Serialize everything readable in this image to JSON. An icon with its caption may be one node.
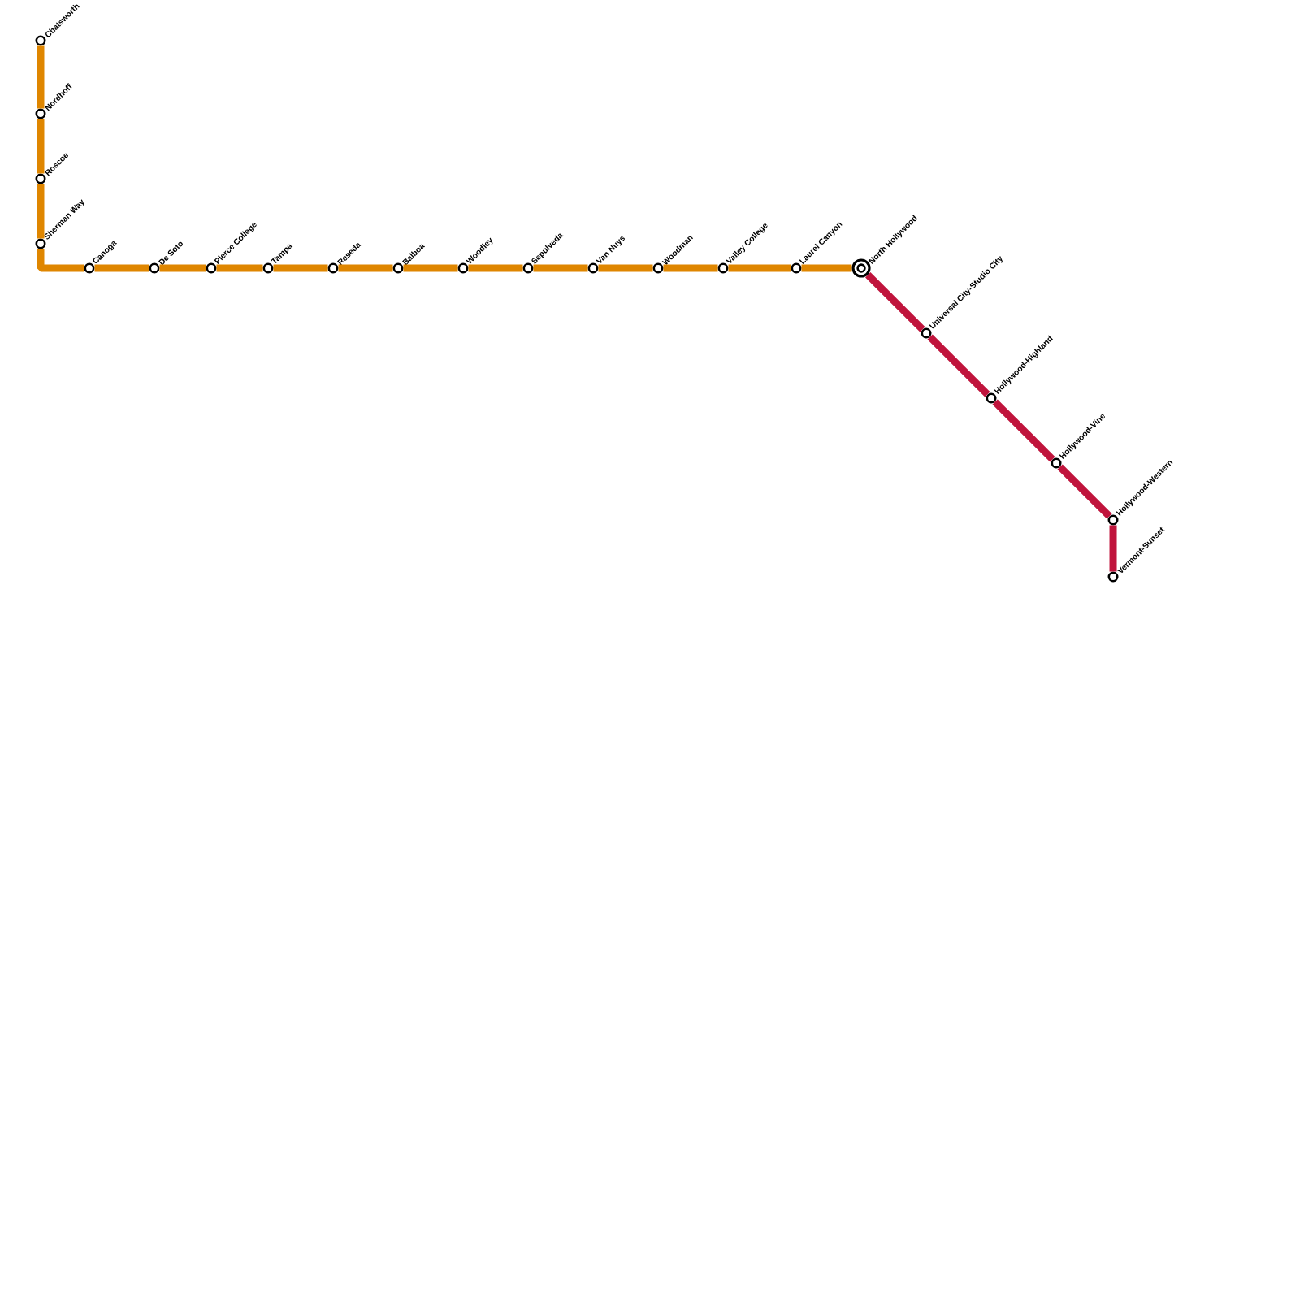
{
  "diagram": {
    "nodes": [
      {
        "text": [
          "Chatsworth"
        ]
      },
      {
        "text": [
          "Nordhoff"
        ]
      },
      {
        "text": [
          "Roscoe"
        ]
      },
      {
        "text": [
          "Sherman Way"
        ]
      },
      {
        "text": [
          "Canoga"
        ]
      },
      {
        "text": [
          "De Soto"
        ]
      },
      {
        "text": [
          "Pierce College"
        ]
      },
      {
        "text": [
          "Tampa"
        ]
      },
      {
        "text": [
          "Reseda"
        ]
      },
      {
        "text": [
          "Balboa"
        ]
      },
      {
        "text": [
          "Woodley"
        ]
      },
      {
        "text": [
          "Sepulveda"
        ]
      },
      {
        "text": [
          "Van Nuys"
        ]
      },
      {
        "text": [
          "Woodman"
        ]
      },
      {
        "text": [
          "Valley College"
        ]
      },
      {
        "text": [
          "Laurel Canyon"
        ]
      },
      {
        "text": [
          "North Hollywood"
        ]
      },
      {
        "text": [
          "Universal City-Studio City"
        ]
      },
      {
        "text": [
          "Hollywood-Highland"
        ]
      },
      {
        "text": [
          "Hollywood-Vine"
        ]
      },
      {
        "text": [
          "Hollywood-Western"
        ]
      },
      {
        "text": [
          "Vermont-Sunset"
        ]
      }
    ],
    "edges": [
      {
        "from": 0,
        "to": 1,
        "arrow": "none"
      },
      {
        "from": 1,
        "to": 2,
        "arrow": "none"
      },
      {
        "from": 2,
        "to": 3,
        "arrow": "none"
      },
      {
        "from": 3,
        "to": 4,
        "arrow": "none"
      },
      {
        "from": 4,
        "to": 5,
        "arrow": "none"
      },
      {
        "from": 5,
        "to": 6,
        "arrow": "none"
      },
      {
        "from": 6,
        "to": 7,
        "arrow": "none"
      },
      {
        "from": 7,
        "to": 8,
        "arrow": "none"
      },
      {
        "from": 8,
        "to": 9,
        "arrow": "none"
      },
      {
        "from": 9,
        "to": 10,
        "arrow": "none"
      },
      {
        "from": 10,
        "to": 11,
        "arrow": "none"
      },
      {
        "from": 11,
        "to": 12,
        "arrow": "none"
      },
      {
        "from": 12,
        "to": 13,
        "arrow": "none"
      },
      {
        "from": 13,
        "to": 14,
        "arrow": "none"
      },
      {
        "from": 14,
        "to": 15,
        "arrow": "none"
      },
      {
        "from": 15,
        "to": 16,
        "arrow": "none"
      },
      {
        "from": 16,
        "to": 17,
        "arrow": "none",
        "color": "#c0143c"
      },
      {
        "from": 17,
        "to": 18,
        "arrow": "none",
        "color": "#c0143c"
      },
      {
        "from": 18,
        "to": 19,
        "arrow": "none",
        "color": "#c0143c"
      },
      {
        "from": 19,
        "to": 20,
        "arrow": "none",
        "color": "#c0143c"
      },
      {
        "from": 20,
        "to": 21,
        "arrow": "none",
        "color": "#c0143c"
      }
    ]
  }
}
